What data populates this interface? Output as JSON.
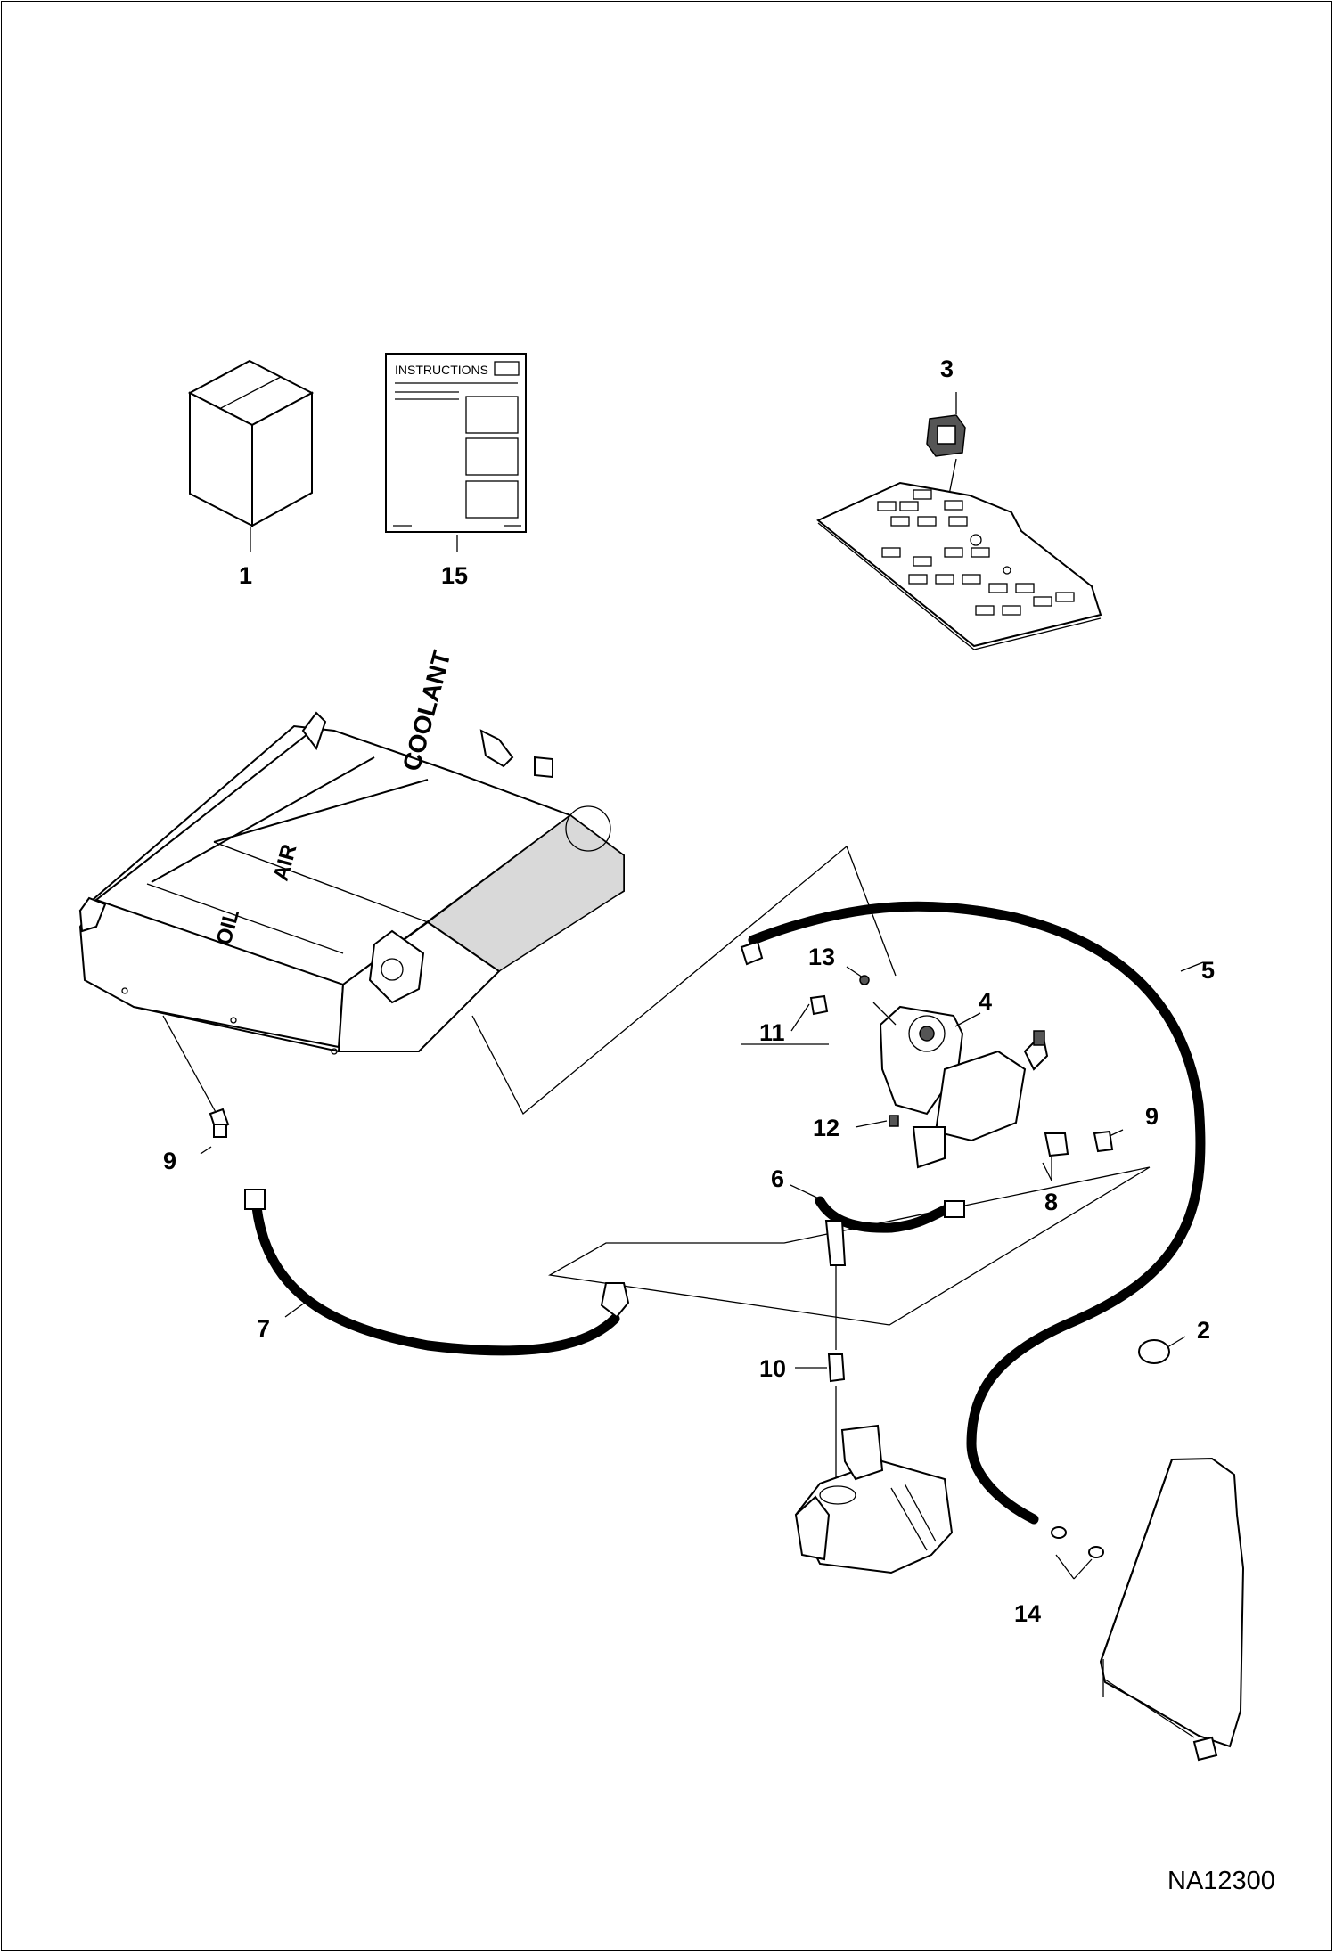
{
  "figure": {
    "id_label": "NA12300"
  },
  "instructions_sheet": {
    "title": "INSTRUCTIONS"
  },
  "cooler_labels": {
    "coolant": "COOLANT",
    "air": "AIR",
    "oil": "OIL"
  },
  "callouts": {
    "c1": "1",
    "c2": "2",
    "c3": "3",
    "c4": "4",
    "c5": "5",
    "c6": "6",
    "c7": "7",
    "c8": "8",
    "c9a": "9",
    "c9b": "9",
    "c10": "10",
    "c11": "11",
    "c12": "12",
    "c13": "13",
    "c14": "14",
    "c15": "15"
  }
}
